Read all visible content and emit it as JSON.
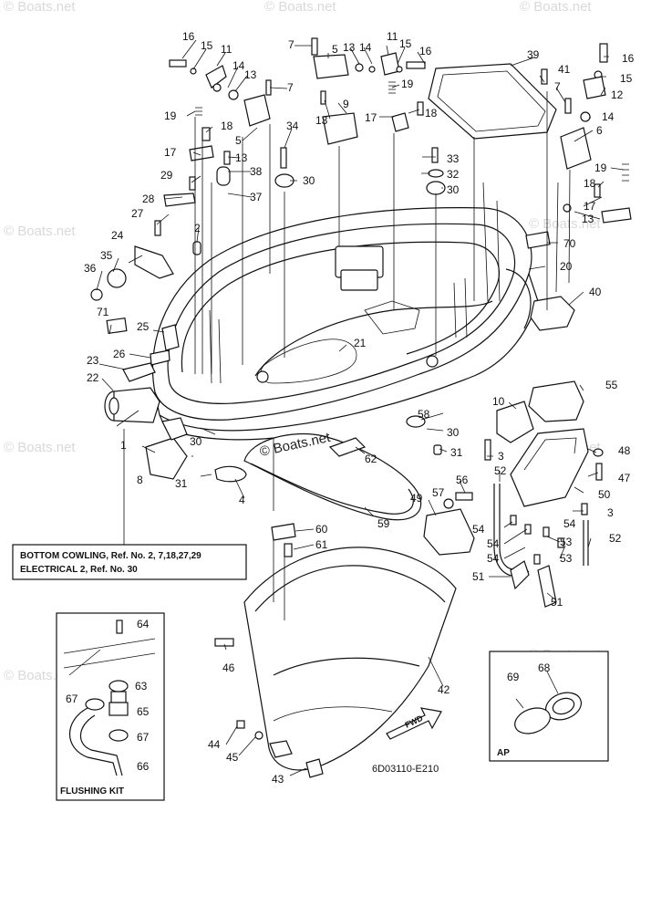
{
  "watermark": "© Boats.net",
  "diagram_code": "6D03110-E210",
  "reference_note": {
    "line1": "BOTTOM COWLING,  Ref. No. 2, 7,18,27,29",
    "line2": "ELECTRICAL 2,  Ref. No. 30"
  },
  "flushing_kit_label": "FLUSHING KIT",
  "ap_label": "AP",
  "fwd_label": "FWD",
  "callouts": [
    {
      "id": "c16a",
      "n": "16"
    },
    {
      "id": "c15a",
      "n": "15"
    },
    {
      "id": "c11a",
      "n": "11"
    },
    {
      "id": "c14a",
      "n": "14"
    },
    {
      "id": "c13a",
      "n": "13"
    },
    {
      "id": "c7a",
      "n": "7"
    },
    {
      "id": "c19a",
      "n": "19"
    },
    {
      "id": "c18a",
      "n": "18"
    },
    {
      "id": "c5a",
      "n": "5"
    },
    {
      "id": "c17a",
      "n": "17"
    },
    {
      "id": "c13b",
      "n": "13"
    },
    {
      "id": "c38",
      "n": "38"
    },
    {
      "id": "c34",
      "n": "34"
    },
    {
      "id": "c30a",
      "n": "30"
    },
    {
      "id": "c37",
      "n": "37"
    },
    {
      "id": "c29",
      "n": "29"
    },
    {
      "id": "c28",
      "n": "28"
    },
    {
      "id": "c27",
      "n": "27"
    },
    {
      "id": "c2",
      "n": "2"
    },
    {
      "id": "c24",
      "n": "24"
    },
    {
      "id": "c35",
      "n": "35"
    },
    {
      "id": "c36",
      "n": "36"
    },
    {
      "id": "c71",
      "n": "71"
    },
    {
      "id": "c25",
      "n": "25"
    },
    {
      "id": "c23",
      "n": "23"
    },
    {
      "id": "c26",
      "n": "26"
    },
    {
      "id": "c22",
      "n": "22"
    },
    {
      "id": "c1",
      "n": "1"
    },
    {
      "id": "c8",
      "n": "8"
    },
    {
      "id": "c30b",
      "n": "30"
    },
    {
      "id": "c31a",
      "n": "31"
    },
    {
      "id": "c4",
      "n": "4"
    },
    {
      "id": "c7b",
      "n": "7"
    },
    {
      "id": "c5b",
      "n": "5"
    },
    {
      "id": "c13c",
      "n": "13"
    },
    {
      "id": "c14b",
      "n": "14"
    },
    {
      "id": "c11b",
      "n": "11"
    },
    {
      "id": "c15b",
      "n": "15"
    },
    {
      "id": "c16b",
      "n": "16"
    },
    {
      "id": "c9",
      "n": "9"
    },
    {
      "id": "c13d",
      "n": "13"
    },
    {
      "id": "c17b",
      "n": "17"
    },
    {
      "id": "c18b",
      "n": "18"
    },
    {
      "id": "c19b",
      "n": "19"
    },
    {
      "id": "c39",
      "n": "39"
    },
    {
      "id": "c41",
      "n": "41"
    },
    {
      "id": "c7c",
      "n": "7"
    },
    {
      "id": "c16c",
      "n": "16"
    },
    {
      "id": "c15c",
      "n": "15"
    },
    {
      "id": "c12",
      "n": "12"
    },
    {
      "id": "c14c",
      "n": "14"
    },
    {
      "id": "c6",
      "n": "6"
    },
    {
      "id": "c19c",
      "n": "19"
    },
    {
      "id": "c18c",
      "n": "18"
    },
    {
      "id": "c17c",
      "n": "17"
    },
    {
      "id": "c13e",
      "n": "13"
    },
    {
      "id": "c33",
      "n": "33"
    },
    {
      "id": "c32",
      "n": "32"
    },
    {
      "id": "c30c",
      "n": "30"
    },
    {
      "id": "c70",
      "n": "70"
    },
    {
      "id": "c20",
      "n": "20"
    },
    {
      "id": "c40",
      "n": "40"
    },
    {
      "id": "c21",
      "n": "21"
    },
    {
      "id": "c55",
      "n": "55"
    },
    {
      "id": "c58",
      "n": "58"
    },
    {
      "id": "c30d",
      "n": "30"
    },
    {
      "id": "c10",
      "n": "10"
    },
    {
      "id": "c31b",
      "n": "31"
    },
    {
      "id": "c3a",
      "n": "3"
    },
    {
      "id": "c48",
      "n": "48"
    },
    {
      "id": "c47",
      "n": "47"
    },
    {
      "id": "c52a",
      "n": "52"
    },
    {
      "id": "c56",
      "n": "56"
    },
    {
      "id": "c57",
      "n": "57"
    },
    {
      "id": "c62",
      "n": "62"
    },
    {
      "id": "c49",
      "n": "49"
    },
    {
      "id": "c50",
      "n": "50"
    },
    {
      "id": "c3b",
      "n": "3"
    },
    {
      "id": "c59",
      "n": "59"
    },
    {
      "id": "c54a",
      "n": "54"
    },
    {
      "id": "c54b",
      "n": "54"
    },
    {
      "id": "c54c",
      "n": "54"
    },
    {
      "id": "c53a",
      "n": "53"
    },
    {
      "id": "c53b",
      "n": "53"
    },
    {
      "id": "c54d",
      "n": "54"
    },
    {
      "id": "c52b",
      "n": "52"
    },
    {
      "id": "c51a",
      "n": "51"
    },
    {
      "id": "c51b",
      "n": "51"
    },
    {
      "id": "c60",
      "n": "60"
    },
    {
      "id": "c61",
      "n": "61"
    },
    {
      "id": "c46",
      "n": "46"
    },
    {
      "id": "c42",
      "n": "42"
    },
    {
      "id": "c44",
      "n": "44"
    },
    {
      "id": "c45",
      "n": "45"
    },
    {
      "id": "c43",
      "n": "43"
    },
    {
      "id": "c64",
      "n": "64"
    },
    {
      "id": "c63",
      "n": "63"
    },
    {
      "id": "c67a",
      "n": "67"
    },
    {
      "id": "c65",
      "n": "65"
    },
    {
      "id": "c67b",
      "n": "67"
    },
    {
      "id": "c66",
      "n": "66"
    },
    {
      "id": "c69",
      "n": "69"
    },
    {
      "id": "c68",
      "n": "68"
    }
  ]
}
